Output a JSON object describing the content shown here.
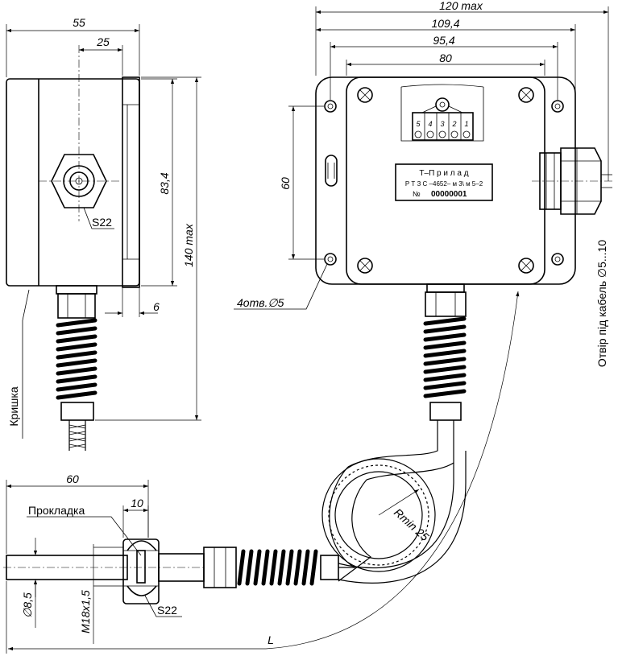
{
  "dimensions": {
    "side_width": "55",
    "side_center": "25",
    "side_height": "83,4",
    "side_total": "140 max",
    "side_flange": "6",
    "front_total": "120 max",
    "front_width": "109,4",
    "front_holes": "95,4",
    "front_inner": "80",
    "front_height": "60",
    "probe_length": "60",
    "probe_nut": "10",
    "probe_dia": "∅8,5",
    "probe_thread": "M18x1,5",
    "bend_radius": "Rmin 25",
    "cable_length": "L"
  },
  "labels": {
    "wrench_top": "S22",
    "wrench_bottom": "S22",
    "holes": "4отв.∅5",
    "cover": "Кришка",
    "gasket": "Прокладка",
    "cable_hole": "Отвір під кабель ∅5...10"
  },
  "nameplate": {
    "line1": "Т–П р и л а д",
    "line2": "Р  Т З С –4652– м 3\\ м 5–2",
    "line3_prefix": "№",
    "line3_number": "00000001"
  },
  "terminals": [
    "5",
    "4",
    "3",
    "2",
    "1"
  ]
}
